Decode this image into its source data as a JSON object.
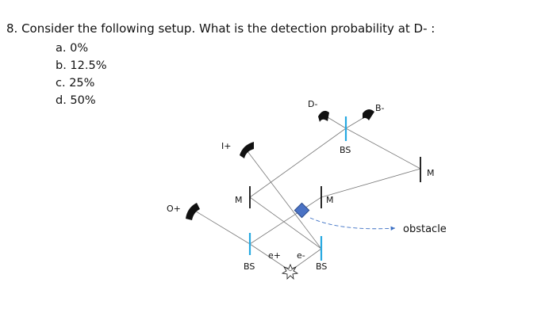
{
  "question": {
    "text": "8. Consider the following setup. What is the detection probability at D- :",
    "options": [
      "a. 0%",
      "b. 12.5%",
      "c. 25%",
      "d. 50%"
    ]
  },
  "diagram": {
    "labels": {
      "d_minus": "D-",
      "b_minus": "B-",
      "i_plus": "I+",
      "o_plus": "O+",
      "bs_top": "BS",
      "bs_bottom_left": "BS",
      "bs_bottom_right": "BS",
      "mirror_left": "M",
      "mirror_center": "M",
      "mirror_right": "M",
      "e_plus": "e+",
      "e_minus": "e-",
      "obstacle": "obstacle"
    },
    "colors": {
      "beam_splitter": "#27a9e1",
      "obstacle_fill": "#4a72c4",
      "obstacle_stroke": "#2a4a8a",
      "arrow": "#3b6fc4",
      "paths": "#777777",
      "detector": "#111111"
    }
  }
}
